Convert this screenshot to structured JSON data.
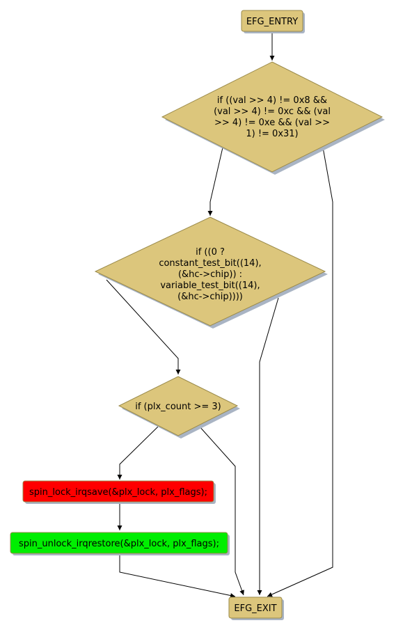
{
  "diagram": {
    "colors": {
      "node_fill": "#dcc67c",
      "node_stroke": "#9a8a4a",
      "shadow": "#a9b4c4",
      "error_fill": "#ff0000",
      "ok_fill": "#00ee00",
      "edge": "#000000"
    },
    "nodes": {
      "entry": {
        "label": "EFG_ENTRY"
      },
      "cond1": {
        "lines": [
          "if ((val >> 4) != 0x8 &&",
          "(val >> 4) != 0xc && (val",
          ">> 4) != 0xe && (val >>",
          "1) != 0x31)"
        ]
      },
      "cond2": {
        "lines": [
          "if ((0 ?",
          "constant_test_bit((14),",
          "(&hc->chip)) :",
          "variable_test_bit((14),",
          "(&hc->chip))))"
        ]
      },
      "cond3": {
        "label": "if (plx_count >= 3)"
      },
      "lock": {
        "label": "spin_lock_irqsave(&plx_lock, plx_flags);"
      },
      "unlock": {
        "label": "spin_unlock_irqrestore(&plx_lock, plx_flags);"
      },
      "exit": {
        "label": "EFG_EXIT"
      }
    }
  }
}
